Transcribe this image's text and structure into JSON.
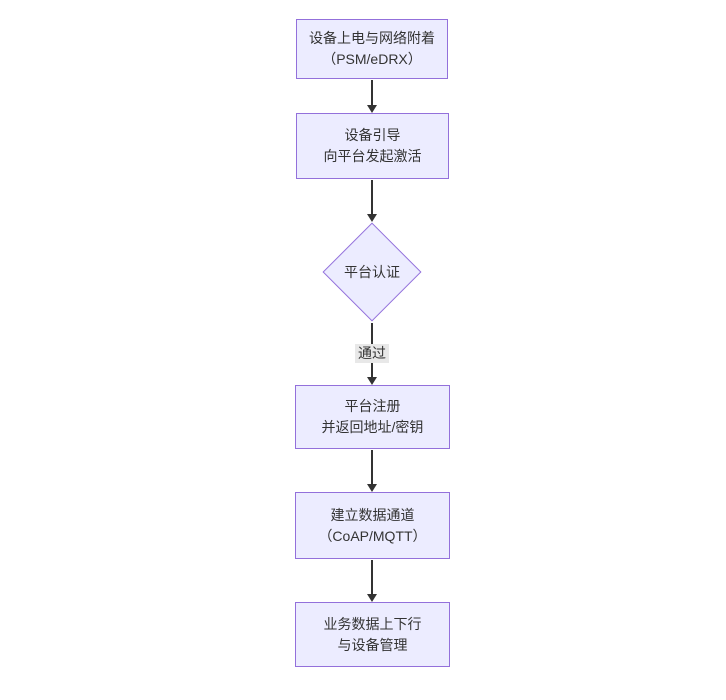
{
  "diagram": {
    "type": "flowchart",
    "direction": "top-down",
    "colors": {
      "node_fill": "#ECECFF",
      "node_border": "#9370DB",
      "text": "#333333",
      "arrow": "#333333",
      "edge_label_bg": "#e8e8e8",
      "background": "#ffffff"
    },
    "nodes": [
      {
        "id": "power-attach",
        "shape": "rect",
        "lines": [
          "设备上电与网络附着",
          "（PSM/eDRX）"
        ]
      },
      {
        "id": "bootstrap",
        "shape": "rect",
        "lines": [
          "设备引导",
          "向平台发起激活"
        ]
      },
      {
        "id": "auth",
        "shape": "diamond",
        "lines": [
          "平台认证"
        ]
      },
      {
        "id": "register",
        "shape": "rect",
        "lines": [
          "平台注册",
          "并返回地址/密钥"
        ]
      },
      {
        "id": "channel",
        "shape": "rect",
        "lines": [
          "建立数据通道",
          "（CoAP/MQTT）"
        ]
      },
      {
        "id": "business",
        "shape": "rect",
        "lines": [
          "业务数据上下行",
          "与设备管理"
        ]
      }
    ],
    "edges": [
      {
        "from": "power-attach",
        "to": "bootstrap",
        "label": ""
      },
      {
        "from": "bootstrap",
        "to": "auth",
        "label": ""
      },
      {
        "from": "auth",
        "to": "register",
        "label": "通过"
      },
      {
        "from": "register",
        "to": "channel",
        "label": ""
      },
      {
        "from": "channel",
        "to": "business",
        "label": ""
      }
    ]
  }
}
